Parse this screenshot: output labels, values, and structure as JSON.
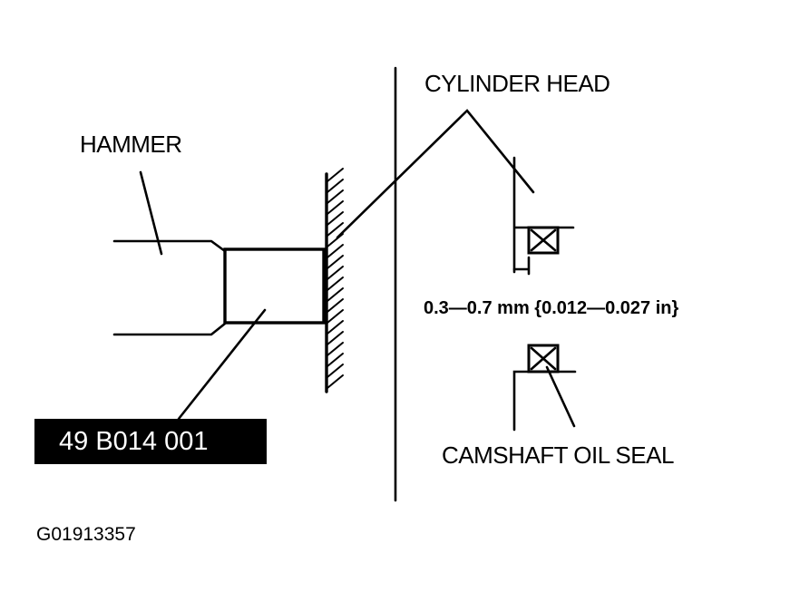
{
  "figure": {
    "cylinder_head_label": "CYLINDER HEAD",
    "hammer_label": "HAMMER",
    "camshaft_oil_seal_label": "CAMSHAFT OIL SEAL",
    "dimension_label": "0.3—0.7 mm {0.012—0.027 in}",
    "tool_number": "49 B014 001",
    "figure_id": "G01913357"
  },
  "colors": {
    "ink": "#000000",
    "paper": "#ffffff"
  }
}
